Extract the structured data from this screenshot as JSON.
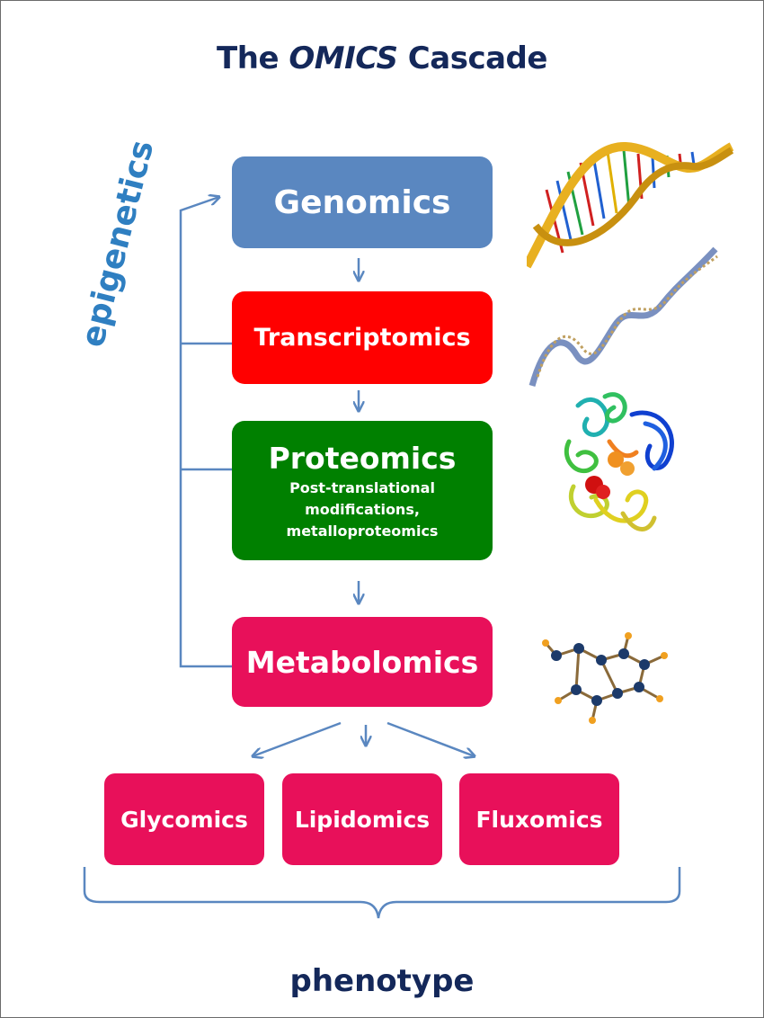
{
  "title": {
    "prefix": "The ",
    "emphasis": "OMICS",
    "suffix": " Cascade"
  },
  "boxes": {
    "genomics": "Genomics",
    "transcriptomics": "Transcriptomics",
    "proteomics": "Proteomics",
    "proteomics_sub": [
      "Post-translational",
      "modifications,",
      "metalloproteomics"
    ],
    "metabolomics": "Metabolomics",
    "glycomics": "Glycomics",
    "lipidomics": "Lipidomics",
    "fluxomics": "Fluxomics"
  },
  "side_label": "epigenetics",
  "bottom_label": "phenotype",
  "images": [
    "dna-double-helix-icon",
    "rna-strand-icon",
    "protein-structure-icon",
    "metabolite-molecule-icon"
  ],
  "colors": {
    "title": "#14285a",
    "genomics": "#5a87c0",
    "transcriptomics": "#ff0000",
    "proteomics": "#008000",
    "metabolomics": "#e8105a",
    "arrows": "#5a87c0",
    "epigenetics": "#2f7fc1"
  }
}
